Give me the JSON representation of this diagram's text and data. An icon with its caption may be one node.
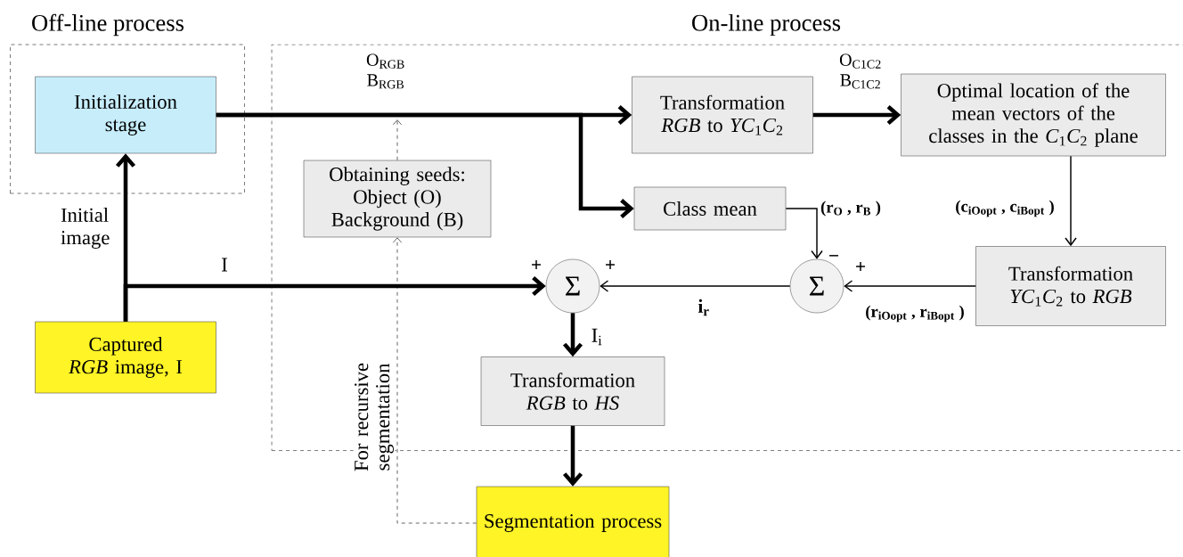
{
  "diagram": {
    "nodes": [
      {
        "text": [
          "Off-line process"
        ]
      },
      {
        "text": [
          "On-line process"
        ]
      },
      {
        "text": [
          "Initialization stage"
        ],
        "in": 0
      },
      {
        "text": [
          "Obtaining seeds: Object (O) Background (B)"
        ],
        "in": 1
      },
      {
        "text": [
          "Transformation *RGB* to *YC*$_{1}$*C*$_{2}$"
        ],
        "in": 1
      },
      {
        "text": [
          "Optimal location of the mean vectors of the classes in the *C*$_{1}$*C*$_{2}$ plane"
        ],
        "in": 1
      },
      {
        "text": [
          "Class mean"
        ],
        "in": 1
      },
      {
        "text": [
          "Σ"
        ],
        "in": 1,
        "beside": [
          "−",
          "+"
        ]
      },
      {
        "text": [
          "Transformation *YC*$_{1}$*C*$_{2}$ to *RGB*"
        ],
        "in": 1
      },
      {
        "text": [
          "Σ"
        ],
        "in": 1,
        "beside": [
          "+",
          "+"
        ]
      },
      {
        "text": [
          "Transformation *RGB* to *HS*"
        ],
        "in": 1
      },
      {
        "text": [
          "Captured *RGB* image, I"
        ]
      },
      {
        "text": [
          "Segmentation process"
        ]
      }
    ],
    "edges": [
      {
        "from": 2,
        "to": 4,
        "arrow": "to",
        "label": "O$_{RGB}$ B$_{RGB}$"
      },
      {
        "from": 2,
        "to": 6,
        "arrow": "to"
      },
      {
        "from": 3,
        "to": null,
        "arrow": "to",
        "style": "dashed"
      },
      {
        "from": 12,
        "to": 3,
        "arrow": "to",
        "style": "dashed",
        "label": "For recursive segmentation"
      },
      {
        "from": 4,
        "to": 5,
        "arrow": "to",
        "label": "O$_{C1C2}$ B$_{C1C2}$"
      },
      {
        "from": 6,
        "to": 7,
        "arrow": "to",
        "label": "(r$_{O}$ , r$_{B}$ )"
      },
      {
        "from": 5,
        "to": 8,
        "arrow": "to",
        "label": "(c$_{iOopt}$ , c$_{iBopt}$ )"
      },
      {
        "from": 8,
        "to": 7,
        "arrow": "to",
        "label": "(r$_{iOopt}$ , r$_{iBopt}$ )"
      },
      {
        "from": 7,
        "to": 9,
        "arrow": "to",
        "label": "i$_{r}$"
      },
      {
        "from": 11,
        "to": 2,
        "arrow": "to",
        "label": "Initial image"
      },
      {
        "from": 11,
        "to": 9,
        "arrow": "to",
        "label": "I"
      },
      {
        "from": 9,
        "to": 10,
        "arrow": "to",
        "label": "I$_{i}$"
      },
      {
        "from": 10,
        "to": 12,
        "arrow": "to"
      }
    ]
  }
}
